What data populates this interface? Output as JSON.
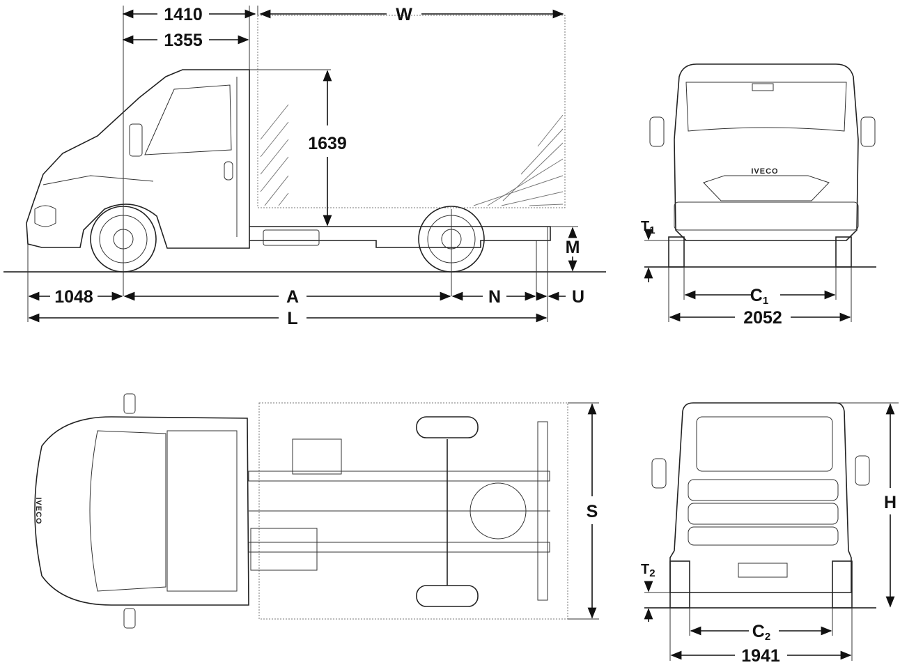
{
  "dimensions": {
    "side": {
      "cab_top": "1410",
      "cab_inner": "1355",
      "body_w": "W",
      "body_h": "1639",
      "front_overhang": "1048",
      "wheelbase": "A",
      "rear_overhang": "N",
      "rear_u": "U",
      "frame_m": "M",
      "length": "L"
    },
    "front": {
      "t1": "T",
      "t1_sub": "1",
      "c1": "C",
      "c1_sub": "1",
      "width": "2052"
    },
    "top": {
      "s": "S"
    },
    "rear": {
      "h": "H",
      "t2": "T",
      "t2_sub": "2",
      "c2": "C",
      "c2_sub": "2",
      "width": "1941"
    }
  },
  "logo_text": "IVECO"
}
